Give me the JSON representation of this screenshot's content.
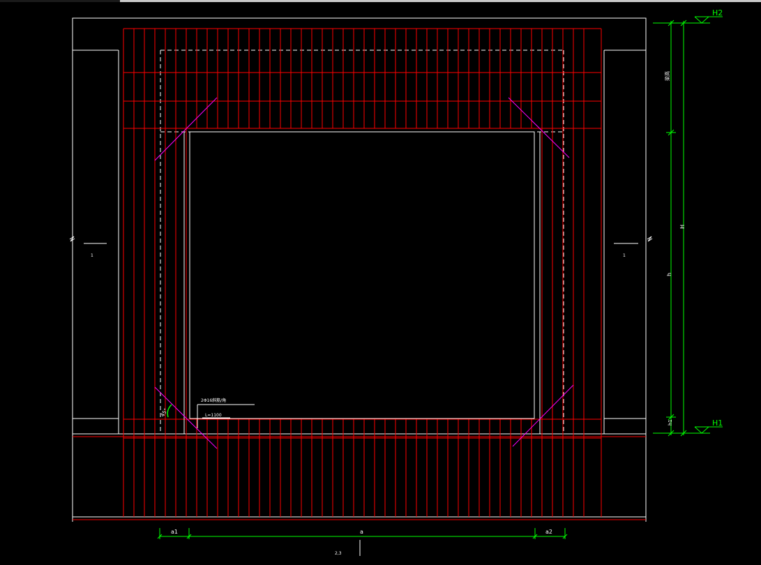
{
  "colors": {
    "outline": "#ffffff",
    "rebar": "#ff0000",
    "dimension": "#00ff00",
    "diagonal": "#ff00ff"
  },
  "elevations": {
    "top": "H2",
    "bottom": "H1"
  },
  "dims_vertical": {
    "total": "H",
    "opening": "h",
    "base": "h1",
    "top_note": "梁高"
  },
  "dims_horizontal": {
    "left": "a1",
    "opening": "a",
    "right": "a2"
  },
  "section_marks": {
    "left": "1",
    "right": "1",
    "bottom": "2,3"
  },
  "annotation": {
    "rebar": "2Φ16斜筋/角",
    "length": "L=1100",
    "angle": "45°"
  }
}
